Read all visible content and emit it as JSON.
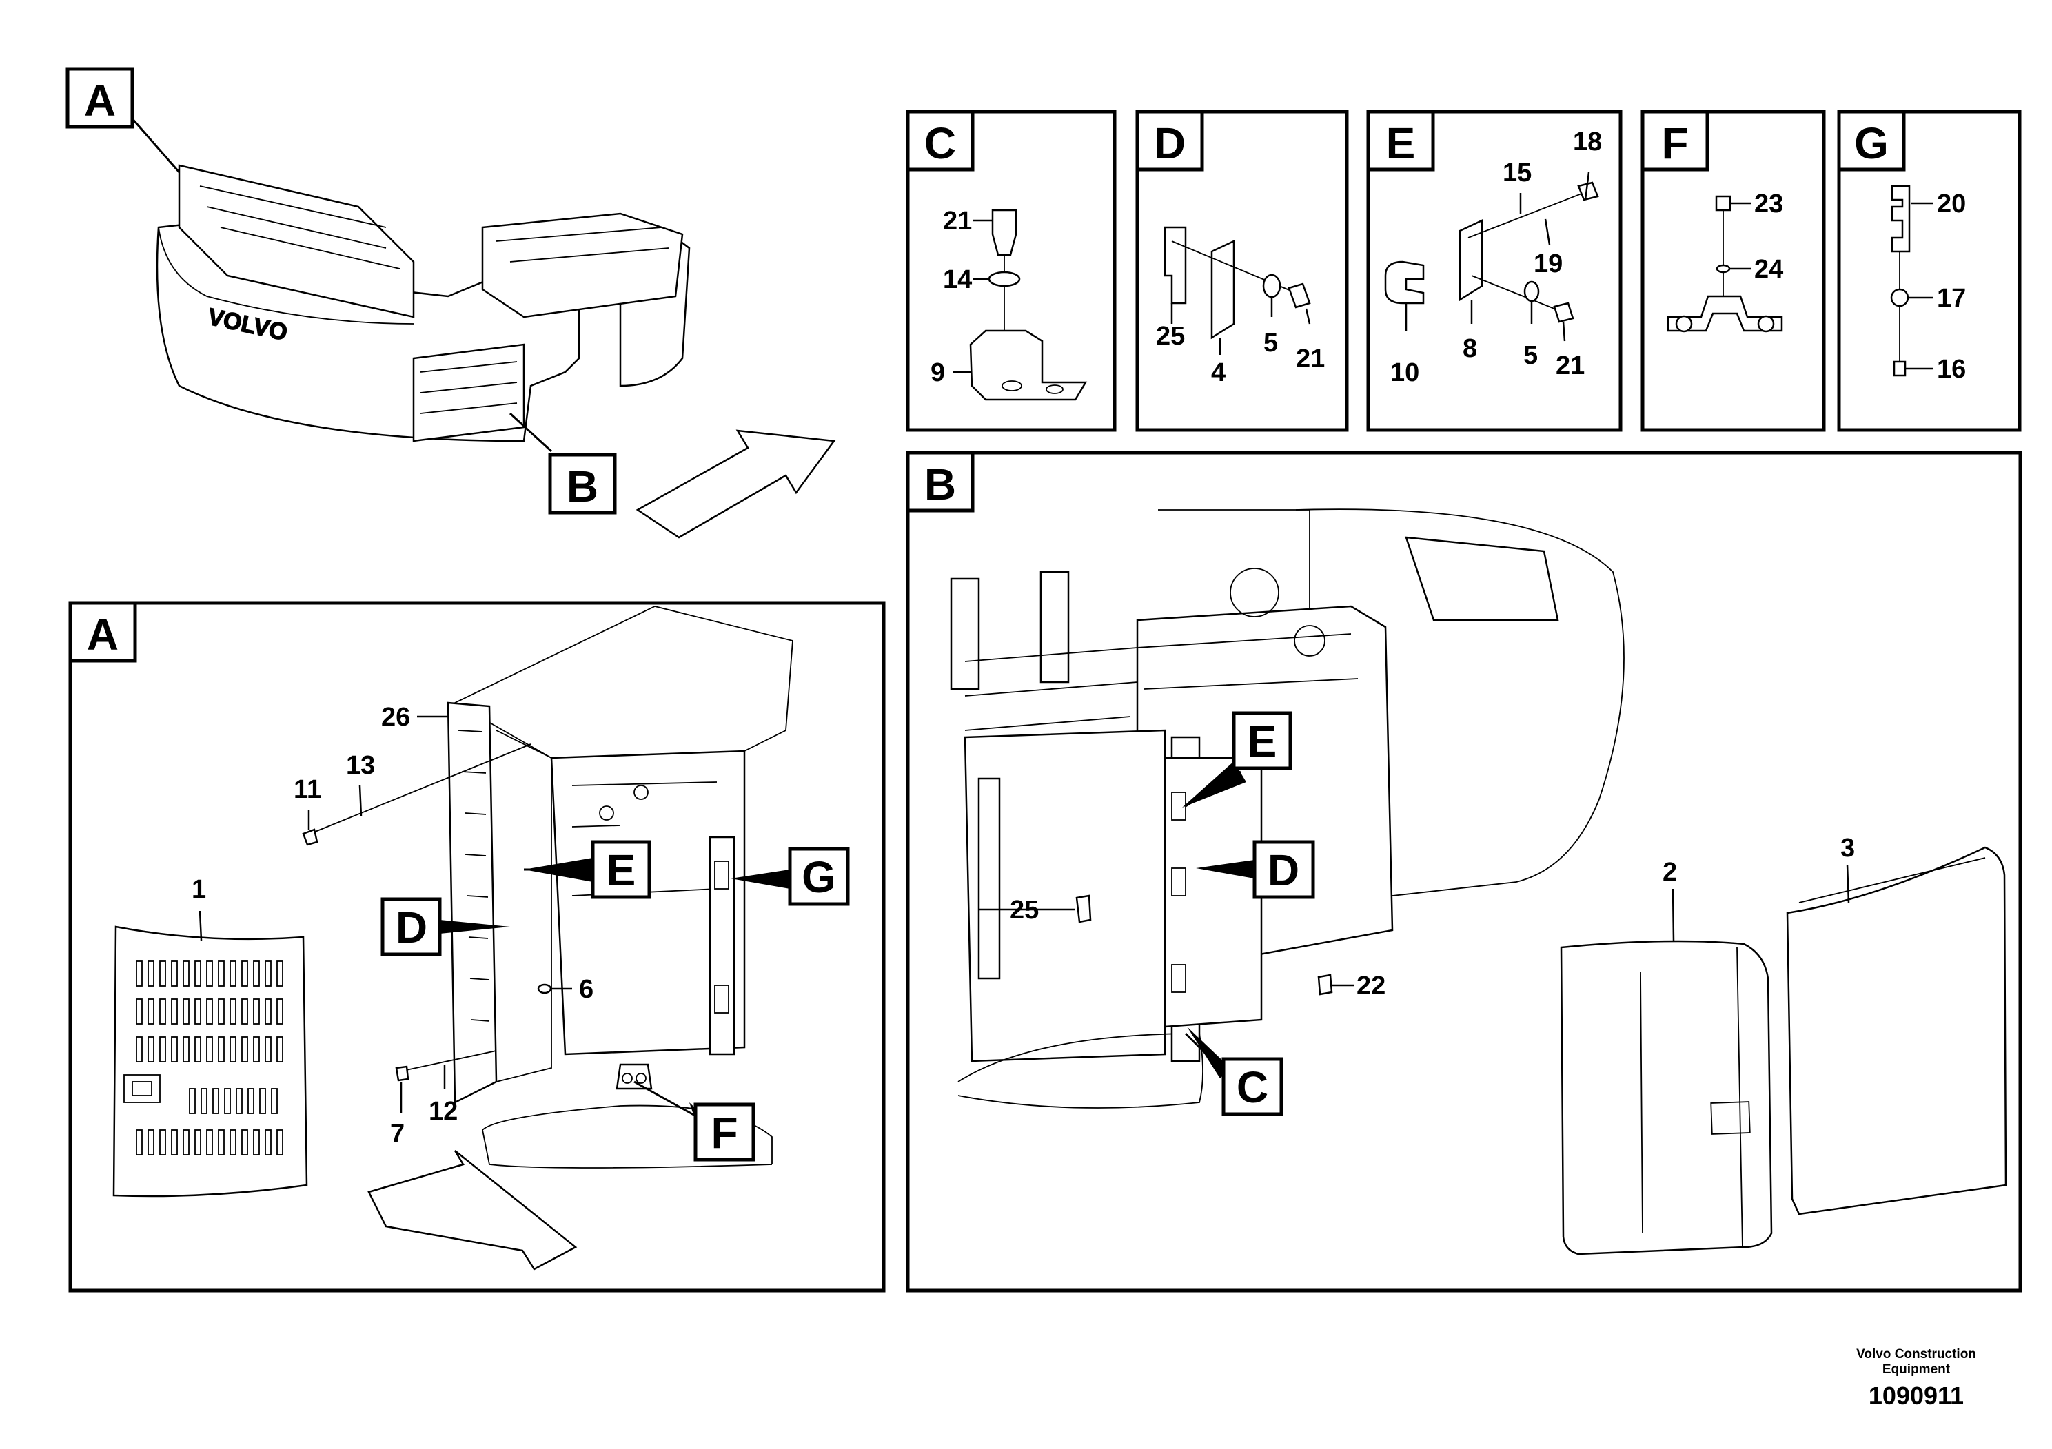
{
  "views": {
    "A": "A",
    "B": "B",
    "C": "C",
    "D": "D",
    "E": "E",
    "F": "F",
    "G": "G"
  },
  "parts": {
    "p1": "1",
    "p2": "2",
    "p3": "3",
    "p4": "4",
    "p5": "5",
    "p6": "6",
    "p7": "7",
    "p8": "8",
    "p9": "9",
    "p10": "10",
    "p11": "11",
    "p12": "12",
    "p13": "13",
    "p14": "14",
    "p15": "15",
    "p16": "16",
    "p17": "17",
    "p18": "18",
    "p19": "19",
    "p20": "20",
    "p21": "21",
    "p22": "22",
    "p23": "23",
    "p24": "24",
    "p25": "25",
    "p26": "26"
  },
  "logo_text": "VOLVO",
  "footer": {
    "brand_line1": "Volvo Construction",
    "brand_line2": "Equipment",
    "drawing_number": "1090911"
  }
}
